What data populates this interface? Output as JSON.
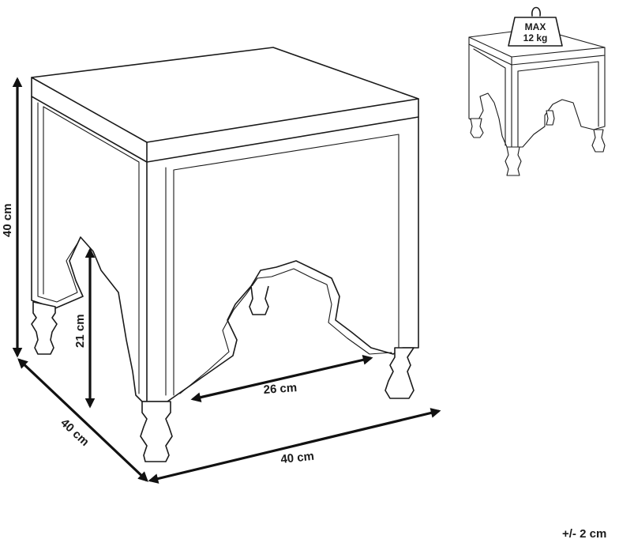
{
  "dimensions": {
    "height": "40 cm",
    "depth": "40 cm",
    "width": "40 cm",
    "opening_height": "21 cm",
    "opening_width": "26 cm",
    "tolerance": "+/- 2 cm"
  },
  "weight_badge": {
    "line1": "MAX",
    "line2": "12 kg"
  }
}
